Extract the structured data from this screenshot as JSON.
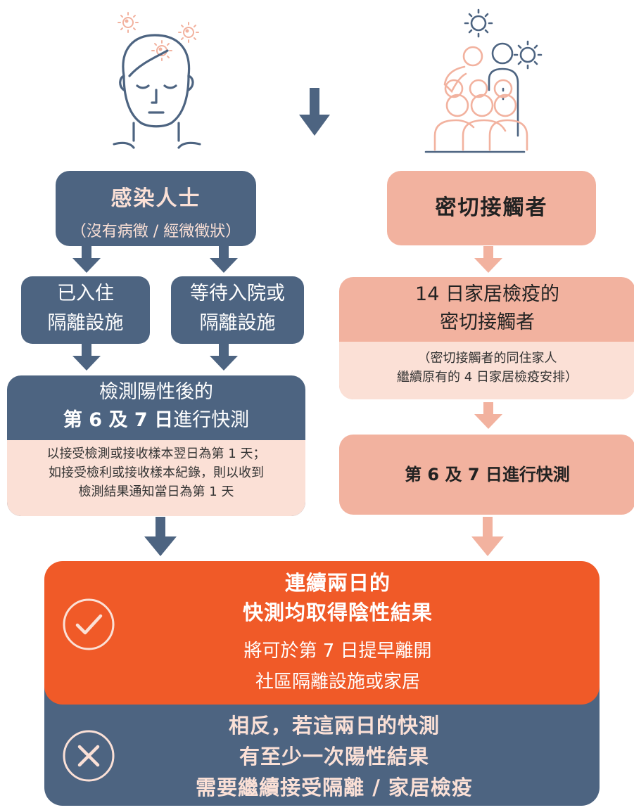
{
  "colors": {
    "navy": "#4d6481",
    "salmon": "#f2b29f",
    "pink": "#fbe0d6",
    "orange": "#f05a28"
  },
  "icons": {
    "infected_person": "sick-person-with-virus-icon",
    "close_contacts": "household-group-with-virus-icon",
    "down_arrow": "down-arrow-icon",
    "check": "check-circle-icon",
    "cross": "x-circle-icon"
  },
  "infected": {
    "title": "感染人士",
    "subtitle": "（沒有病徵 / 經微徵狀）",
    "branch_left": [
      "已入住",
      "隔離設施"
    ],
    "branch_right": [
      "等待入院或",
      "隔離設施"
    ],
    "test_title_line1": "檢測陽性後的",
    "test_title_bold": "第 6 及 7 日",
    "test_title_rest": "進行快測",
    "test_note": [
      "以接受檢測或接收樣本翌日為第 1 天；",
      "如接受檢利或接收樣本紀錄，則以收到",
      "檢測結果通知當日為第 1 天"
    ]
  },
  "contacts": {
    "title": "密切接觸者",
    "quarantine": [
      "14 日家居檢疫的",
      "密切接觸者"
    ],
    "quarantine_note": [
      "（密切接觸者的同住家人",
      "繼續原有的 4 日家居檢疫安排）"
    ],
    "test": "第 6 及 7 日進行快測"
  },
  "result_negative": {
    "heading": [
      "連續兩日的",
      "快測均取得陰性結果"
    ],
    "body": [
      "將可於第 7 日提早離開",
      "社區隔離設施或家居"
    ]
  },
  "result_positive": {
    "body": [
      "相反，若這兩日的快測",
      "有至少一次陽性結果",
      "需要繼續接受隔離 / 家居檢疫"
    ]
  }
}
